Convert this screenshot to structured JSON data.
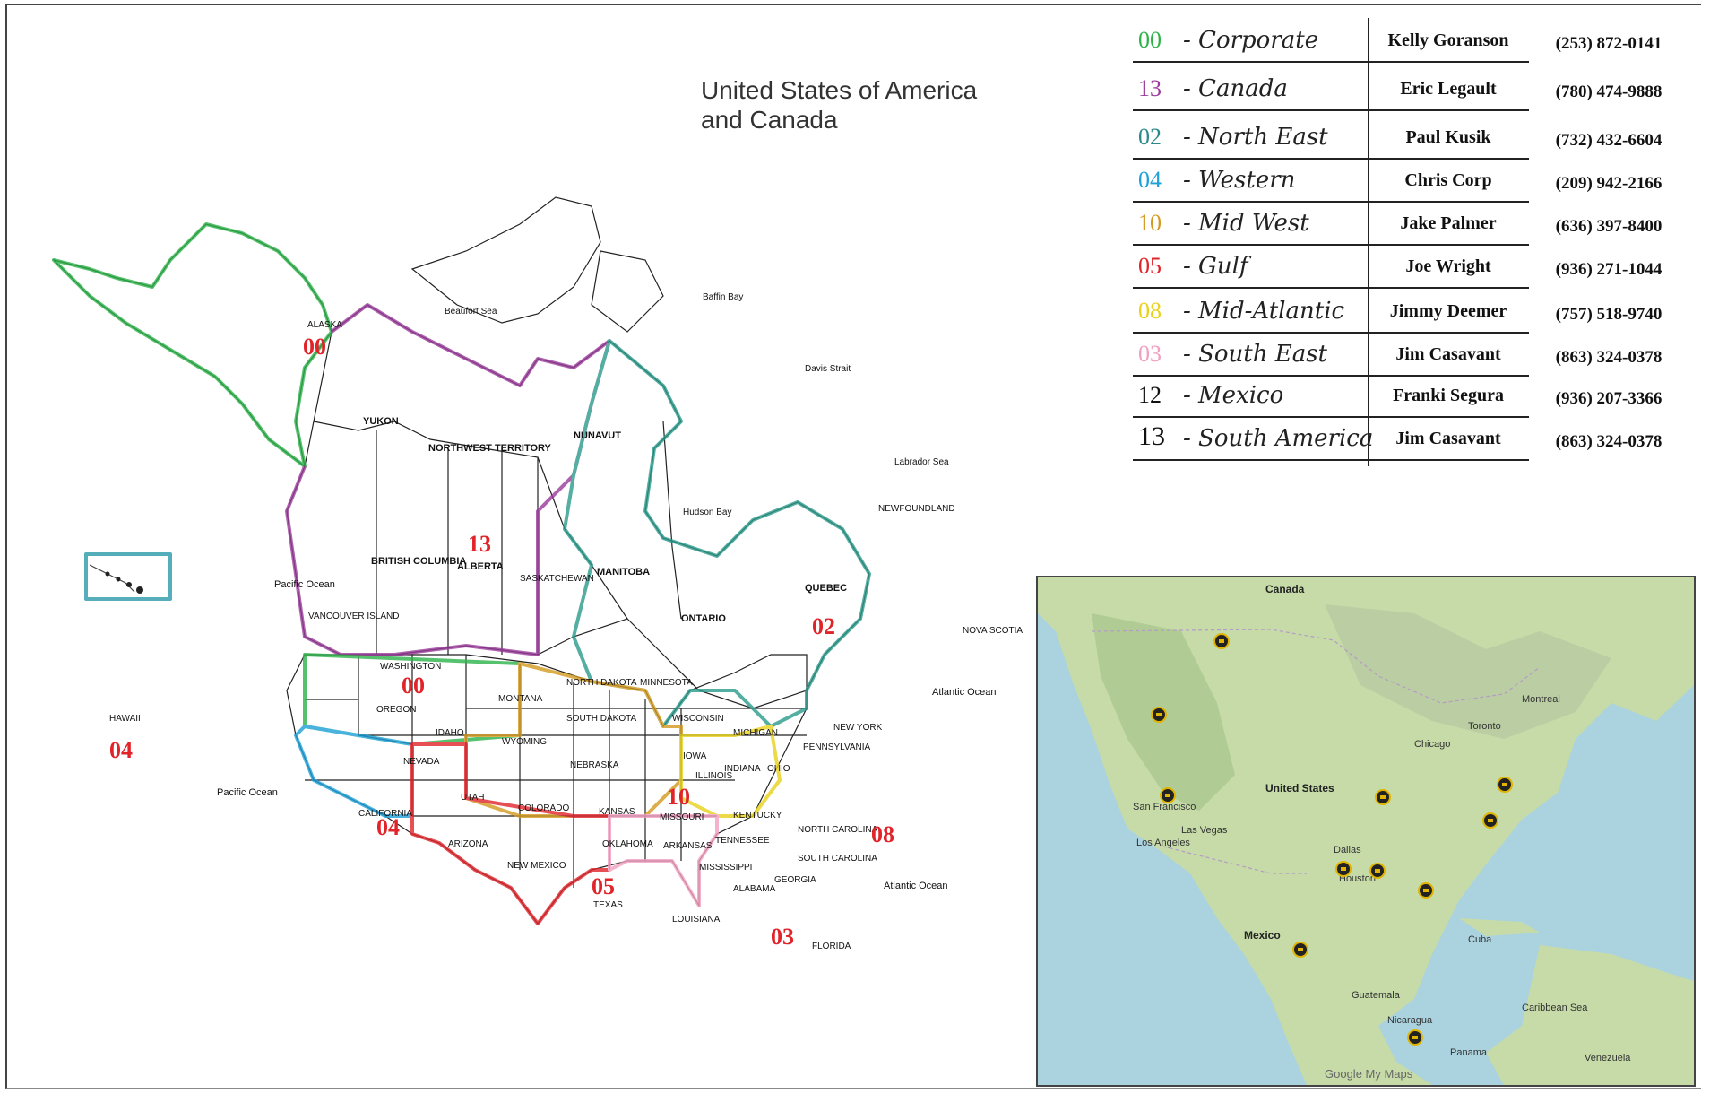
{
  "map_title": [
    "United States of America",
    "and Canada"
  ],
  "legend": [
    {
      "code": "00",
      "code_color": "#2db34a",
      "region": "- Corporate",
      "name": "Kelly Goranson",
      "phone": "(253) 872-0141"
    },
    {
      "code": "13",
      "code_color": "#9b3b9b",
      "region": "- Canada",
      "name": "Eric Legault",
      "phone": "(780) 474-9888"
    },
    {
      "code": "02",
      "code_color": "#2a8a8a",
      "region": "- North East",
      "name": "Paul Kusik",
      "phone": "(732) 432-6604"
    },
    {
      "code": "04",
      "code_color": "#1ea0d8",
      "region": "- Western",
      "name": "Chris Corp",
      "phone": "(209) 942-2166"
    },
    {
      "code": "10",
      "code_color": "#d49a1f",
      "region": "- Mid West",
      "name": "Jake Palmer",
      "phone": "(636) 397-8400"
    },
    {
      "code": "05",
      "code_color": "#e0242a",
      "region": "- Gulf",
      "name": "Joe Wright",
      "phone": "(936) 271-1044"
    },
    {
      "code": "08",
      "code_color": "#e8d21a",
      "region": "- Mid-Atlantic",
      "name": "Jimmy Deemer",
      "phone": "(757) 518-9740"
    },
    {
      "code": "03",
      "code_color": "#f2a0c0",
      "region": "- South East",
      "name": "Jim Casavant",
      "phone": "(863) 324-0378"
    },
    {
      "code": "12",
      "code_color": "#111111",
      "region": "- Mexico",
      "name": "Franki Segura",
      "phone": "(936) 207-3366"
    },
    {
      "code": "13",
      "code_color": "#111111",
      "region": "- South America",
      "name": "Jim Casavant",
      "phone": "(863) 324-0378"
    }
  ],
  "region_codes": [
    {
      "code": "00",
      "where": "alaska"
    },
    {
      "code": "13",
      "where": "canada"
    },
    {
      "code": "00",
      "where": "northwest-us"
    },
    {
      "code": "02",
      "where": "quebec"
    },
    {
      "code": "04",
      "where": "hawaii"
    },
    {
      "code": "04",
      "where": "california"
    },
    {
      "code": "10",
      "where": "midwest"
    },
    {
      "code": "05",
      "where": "texas"
    },
    {
      "code": "08",
      "where": "mid-atlantic"
    },
    {
      "code": "03",
      "where": "southeast"
    }
  ],
  "geo_labels": {
    "alaska": "ALASKA",
    "yukon": "YUKON",
    "nwt": "NORTHWEST TERRITORY",
    "nunavut": "NUNAVUT",
    "bc": "BRITISH COLUMBIA",
    "alberta": "ALBERTA",
    "sask": "SASKATCHEWAN",
    "manitoba": "MANITOBA",
    "ontario": "ONTARIO",
    "quebec": "QUEBEC",
    "newfoundland": "NEWFOUNDLAND",
    "nova_scotia": "NOVA SCOTIA",
    "beaufort": "Beaufort Sea",
    "baffin_bay": "Baffin Bay",
    "davis": "Davis Strait",
    "labrador": "Labrador Sea",
    "hudson": "Hudson Bay",
    "pacific1": "Pacific Ocean",
    "pacific2": "Pacific Ocean",
    "atlantic1": "Atlantic Ocean",
    "atlantic2": "Atlantic Ocean",
    "vancouver": "VANCOUVER ISLAND",
    "washington": "WASHINGTON",
    "oregon": "OREGON",
    "montana": "MONTANA",
    "idaho": "IDAHO",
    "wyoming": "WYOMING",
    "nevada": "NEVADA",
    "utah": "UTAH",
    "california": "CALIFORNIA",
    "arizona": "ARIZONA",
    "colorado": "COLORADO",
    "new_mexico": "NEW MEXICO",
    "north_dakota": "NORTH DAKOTA",
    "south_dakota": "SOUTH DAKOTA",
    "nebraska": "NEBRASKA",
    "kansas": "KANSAS",
    "oklahoma": "OKLAHOMA",
    "texas": "TEXAS",
    "minnesota": "MINNESOTA",
    "iowa": "IOWA",
    "missouri": "MISSOURI",
    "arkansas": "ARKANSAS",
    "louisiana": "LOUISIANA",
    "wisconsin": "WISCONSIN",
    "illinois": "ILLINOIS",
    "michigan": "MICHIGAN",
    "indiana": "INDIANA",
    "ohio": "OHIO",
    "kentucky": "KENTUCKY",
    "tennessee": "TENNESSEE",
    "mississippi": "MISSISSIPPI",
    "alabama": "ALABAMA",
    "georgia": "GEORGIA",
    "florida": "FLORIDA",
    "south_carolina": "SOUTH CAROLINA",
    "north_carolina": "NORTH CAROLINA",
    "pennsylvania": "PENNSYLVANIA",
    "new_york": "NEW YORK",
    "hawaii": "HAWAII"
  },
  "inset": {
    "labels": {
      "canada": "Canada",
      "united_states": "United States",
      "mexico": "Mexico",
      "cuba": "Cuba",
      "venezuela": "Venezuela",
      "caribbean": "Caribbean Sea",
      "la_vegas": "Las Vegas",
      "los_angeles": "Los Angeles",
      "san_fran": "San Francisco",
      "dallas": "Dallas",
      "houston": "Houston",
      "chicago": "Chicago",
      "toronto": "Toronto",
      "montreal": "Montreal",
      "guatemala": "Guatemala",
      "nicaragua": "Nicaragua",
      "panama": "Panama"
    },
    "attribution": "Google My Maps",
    "colors": {
      "water": "#aad3df",
      "land": "#c6dba8",
      "land_dark": "#a7c58a",
      "mountain": "#b8c9a0"
    }
  }
}
